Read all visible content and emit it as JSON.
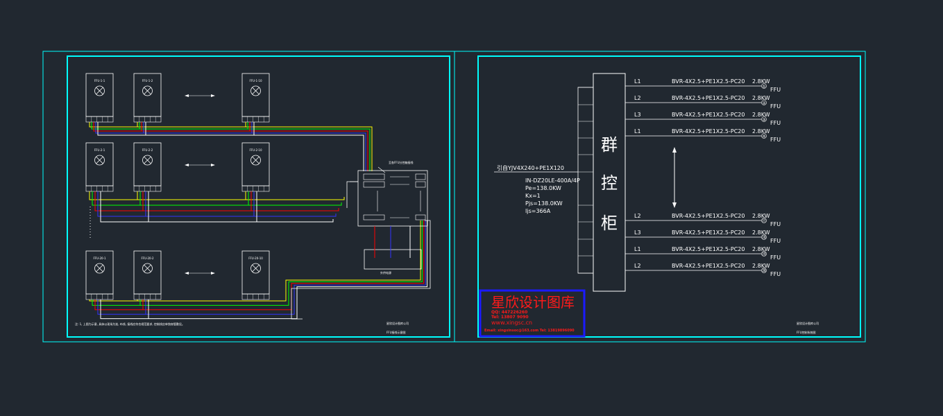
{
  "left_sheet": {
    "rows": [
      {
        "units": [
          "FFU-1-1",
          "FFU-1-2",
          "FFU-1-10"
        ]
      },
      {
        "units": [
          "FFU-2-1",
          "FFU-2-2",
          "FFU-2-10"
        ]
      },
      {
        "units": [
          "FFU-20-1",
          "FFU-20-2",
          "FFU-20-10"
        ]
      }
    ],
    "controller_label": "至各FFU分控箱接线",
    "power_box_label": "外供电源",
    "note": "注: 1, 上图为示意, 具体以现场为准, 布线, 接线应符合规范要求, 控制线应单独穿管敷设。",
    "title_company": "星欣设计图库公司",
    "title_drawing": "FFU接线示意图"
  },
  "right_sheet": {
    "cabinet_label": [
      "群",
      "控",
      "柜"
    ],
    "incoming_cable": "引自YJV4X240+PE1X120",
    "breaker": "IN-DZ20LE-400A/4P",
    "params": [
      "Pe=138.0KW",
      "Kx=1",
      "Pjs=138.0KW",
      "Ijs=366A"
    ],
    "circuits_top": [
      {
        "phase": "L1",
        "cable": "BVR-4X2.5+PE1X2.5-PC20",
        "power": "2.8KW",
        "num": "①",
        "load": "FFU"
      },
      {
        "phase": "L2",
        "cable": "BVR-4X2.5+PE1X2.5-PC20",
        "power": "2.8KW",
        "num": "②",
        "load": "FFU"
      },
      {
        "phase": "L3",
        "cable": "BVR-4X2.5+PE1X2.5-PC20",
        "power": "2.8KW",
        "num": "③",
        "load": "FFU"
      },
      {
        "phase": "L1",
        "cable": "BVR-4X2.5+PE1X2.5-PC20",
        "power": "2.8KW",
        "num": "④",
        "load": "FFU"
      }
    ],
    "circuits_bottom": [
      {
        "phase": "L2",
        "cable": "BVR-4X2.5+PE1X2.5-PC20",
        "power": "2.8KW",
        "num": "⑰",
        "load": "FFU"
      },
      {
        "phase": "L3",
        "cable": "BVR-4X2.5+PE1X2.5-PC20",
        "power": "2.8KW",
        "num": "⑱",
        "load": "FFU"
      },
      {
        "phase": "L1",
        "cable": "BVR-4X2.5+PE1X2.5-PC20",
        "power": "2.8KW",
        "num": "⑲",
        "load": "FFU"
      },
      {
        "phase": "L2",
        "cable": "BVR-4X2.5+PE1X2.5-PC20",
        "power": "2.8KW",
        "num": "⑳",
        "load": "FFU"
      }
    ],
    "watermark": {
      "name": "星欣设计图库",
      "qq": "QQ: 447226260",
      "tel": "Tel: 13807 9090",
      "url": "www.xingsc.cn",
      "email": "Email: xingxinsoc@163.com  Tel: 13819896090"
    },
    "title_company": "星欣设计图库公司",
    "title_drawing": "FFU控制系统图"
  },
  "colors": {
    "background": "#212830",
    "frame": "#00ffff",
    "line": "#ffffff",
    "wire_yellow": "#ffff00",
    "wire_green": "#00ff00",
    "wire_red": "#ff0000",
    "wire_blue": "#3333ff",
    "watermark": "#ff1a1a",
    "watermark_border": "#1a1aff"
  }
}
